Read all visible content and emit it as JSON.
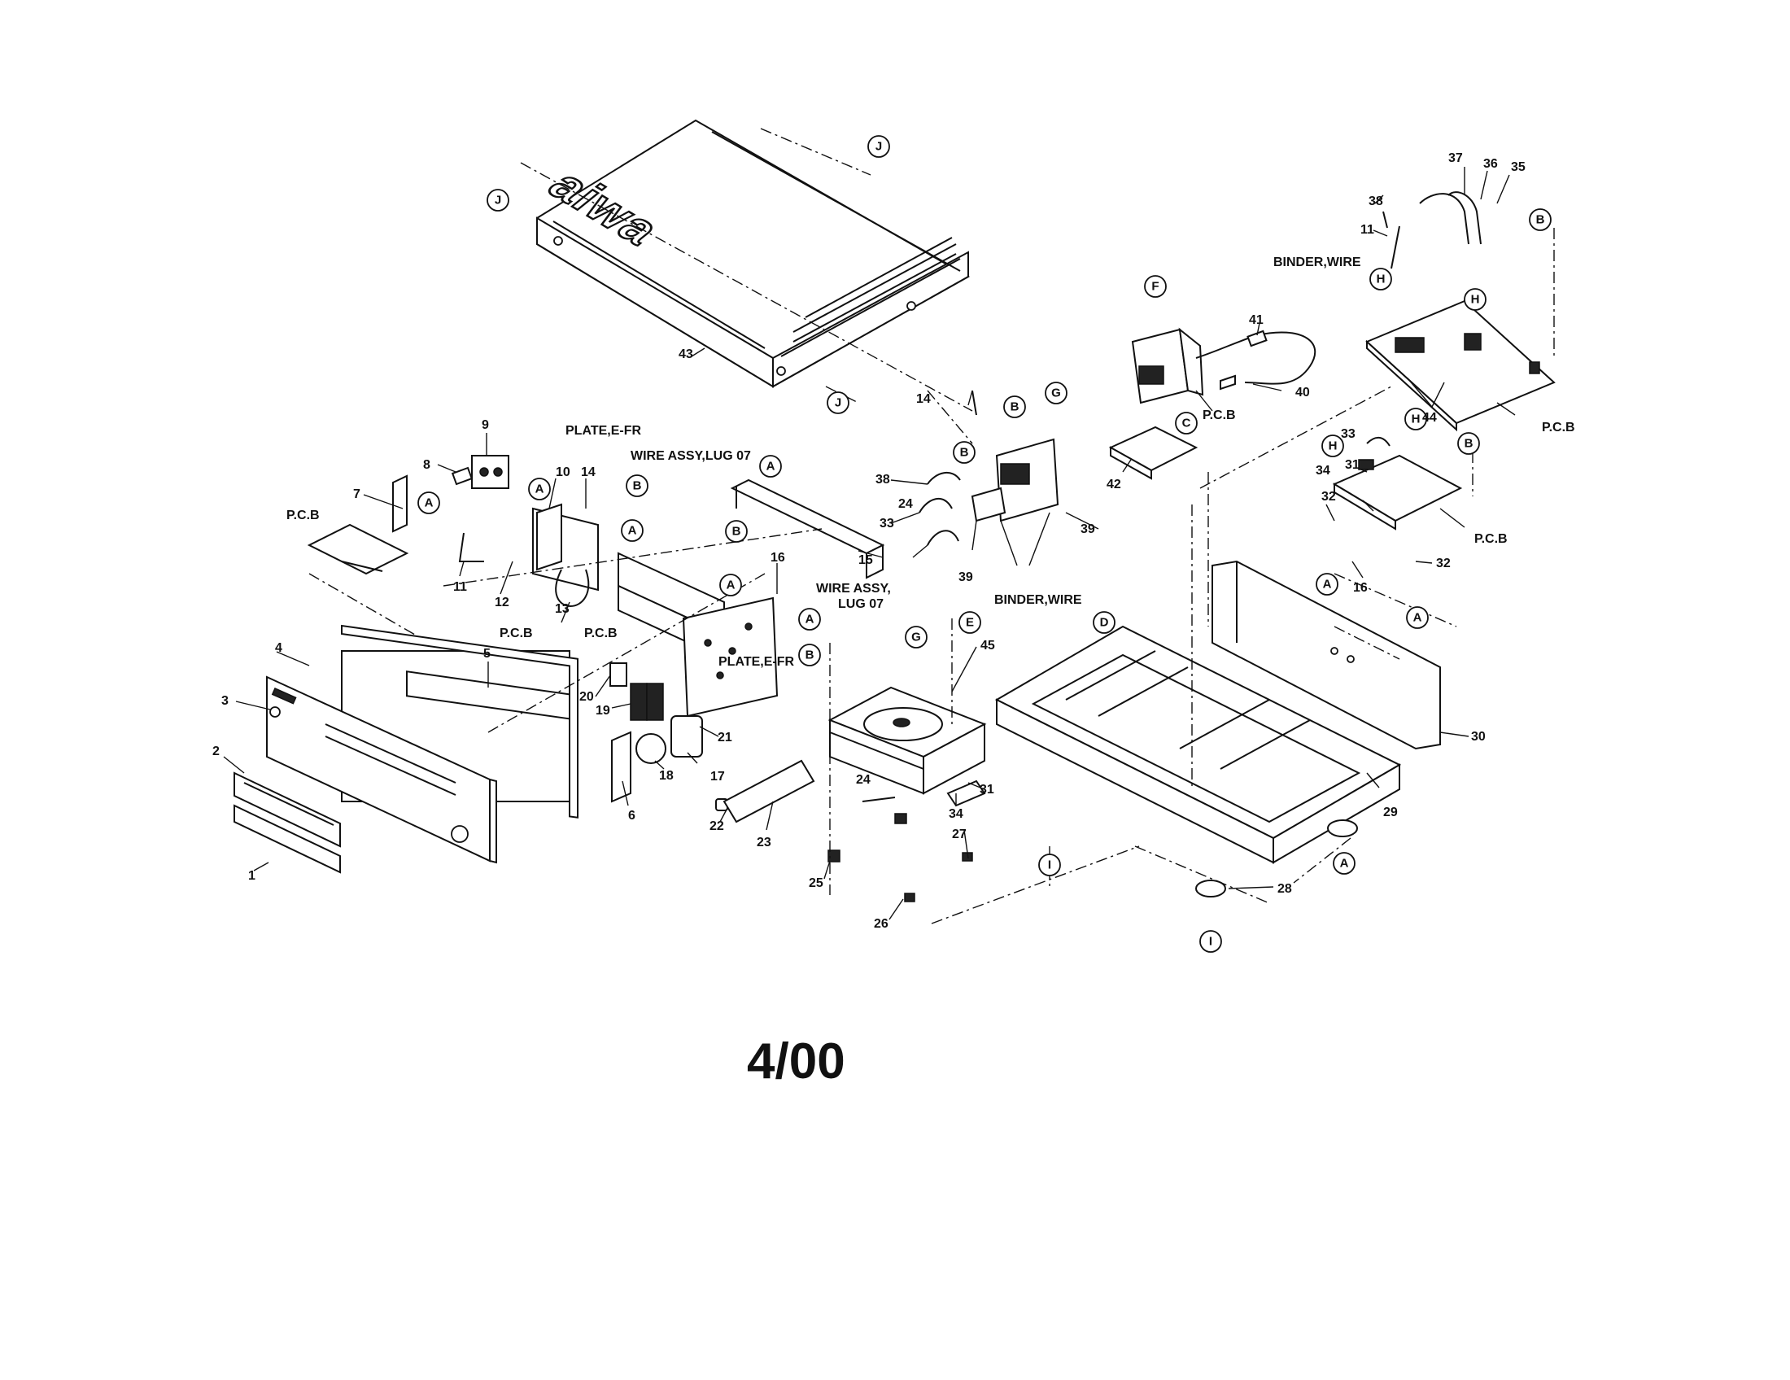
{
  "revision": "4/00",
  "brand": "aiwa",
  "ref_markers": [
    "A",
    "B",
    "C",
    "D",
    "E",
    "F",
    "G",
    "H",
    "I",
    "J"
  ],
  "part_numbers": [
    "1",
    "2",
    "3",
    "4",
    "5",
    "6",
    "7",
    "8",
    "9",
    "10",
    "11",
    "12",
    "13",
    "14",
    "15",
    "16",
    "17",
    "18",
    "19",
    "20",
    "21",
    "22",
    "23",
    "24",
    "25",
    "26",
    "27",
    "28",
    "29",
    "30",
    "31",
    "32",
    "33",
    "34",
    "35",
    "36",
    "37",
    "38",
    "39",
    "40",
    "41",
    "42",
    "43",
    "44",
    "45"
  ],
  "labels": {
    "pcb": "P.C.B",
    "plate_e_fr": "PLATE,E-FR",
    "wire_assy_lug07": "WIRE ASSY,LUG 07",
    "wire_assy": "WIRE ASSY,",
    "lug07": "LUG 07",
    "binder_wire": "BINDER,WIRE"
  }
}
